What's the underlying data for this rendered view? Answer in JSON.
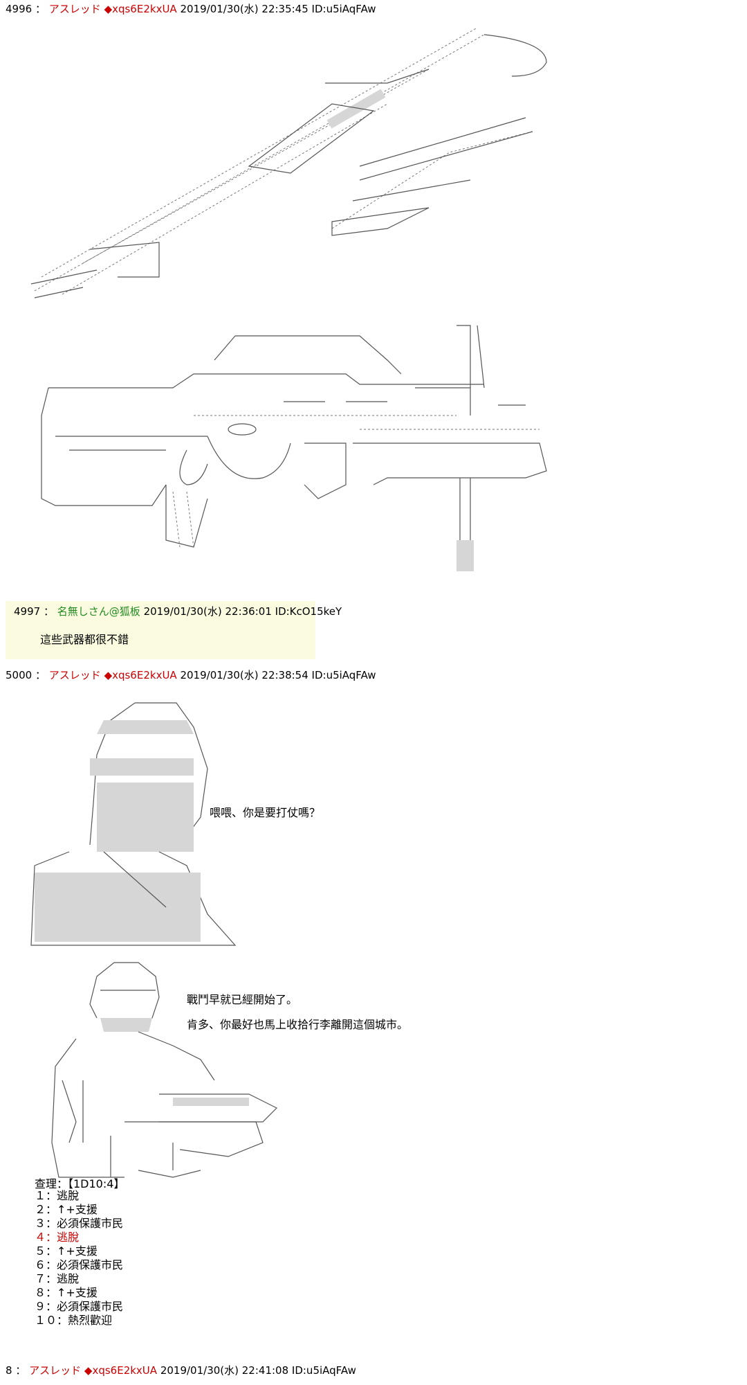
{
  "posts": [
    {
      "num": "4996",
      "sep": "：",
      "name": "アスレッド",
      "trip": "◆xqs6E2kxUA",
      "datetime": "2019/01/30(水) 22:35:45",
      "id": "ID:u5iAqFAw"
    },
    {
      "num": "4997",
      "sep": "：",
      "name": "名無しさん@狐板",
      "datetime": "2019/01/30(水) 22:36:01",
      "id": "ID:KcO15keY",
      "body": "這些武器都很不錯"
    },
    {
      "num": "5000",
      "sep": "：",
      "name": "アスレッド",
      "trip": "◆xqs6E2kxUA",
      "datetime": "2019/01/30(水) 22:38:54",
      "id": "ID:u5iAqFAw"
    },
    {
      "num": "8",
      "sep": "：",
      "name": "アスレッド",
      "trip": "◆xqs6E2kxUA",
      "datetime": "2019/01/30(水) 22:41:08",
      "id": "ID:u5iAqFAw"
    }
  ],
  "dialogue": {
    "line1": "喂喂、你是要打仗嗎？",
    "line2": "戰鬥早就已經開始了。",
    "line3": "肯多、你最好也馬上收拾行李離開這個城市。"
  },
  "roll": {
    "header": "查理：【1D10:4】",
    "options": [
      "１：逃脫",
      "２：↑+支援",
      "３：必須保護市民",
      "４：逃脫",
      "５：↑+支援",
      "６：必須保護市民",
      "７：逃脫",
      "８：↑+支援",
      "９：必須保護市民",
      "１０：熱烈歡迎"
    ],
    "highlight_color": "#cc0000"
  },
  "colors": {
    "name": "#cc0000",
    "anon_name": "#228b22",
    "reply_bg": "#fbfbe0"
  }
}
